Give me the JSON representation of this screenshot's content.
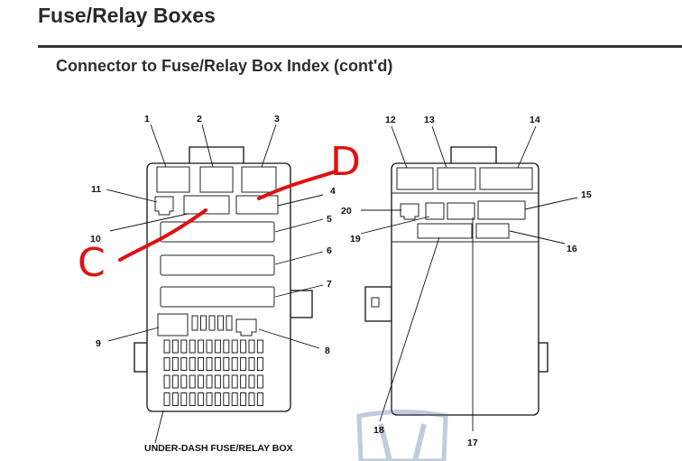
{
  "header": {
    "title": "Fuse/Relay Boxes",
    "subtitle": "Connector to Fuse/Relay Box Index (cont'd)"
  },
  "diagram": {
    "left_box_caption": "UNDER-DASH FUSE/RELAY BOX",
    "left_box_callouts": [
      "1",
      "2",
      "3",
      "4",
      "5",
      "6",
      "7",
      "8",
      "9",
      "10",
      "11"
    ],
    "right_box_callouts": [
      "12",
      "13",
      "14",
      "15",
      "16",
      "17",
      "18",
      "19",
      "20"
    ],
    "annotations": [
      {
        "text": "C",
        "color": "#e01010"
      },
      {
        "text": "D",
        "color": "#e01010"
      }
    ]
  },
  "colors": {
    "annotation": "#e01010",
    "rule": "#333333"
  }
}
